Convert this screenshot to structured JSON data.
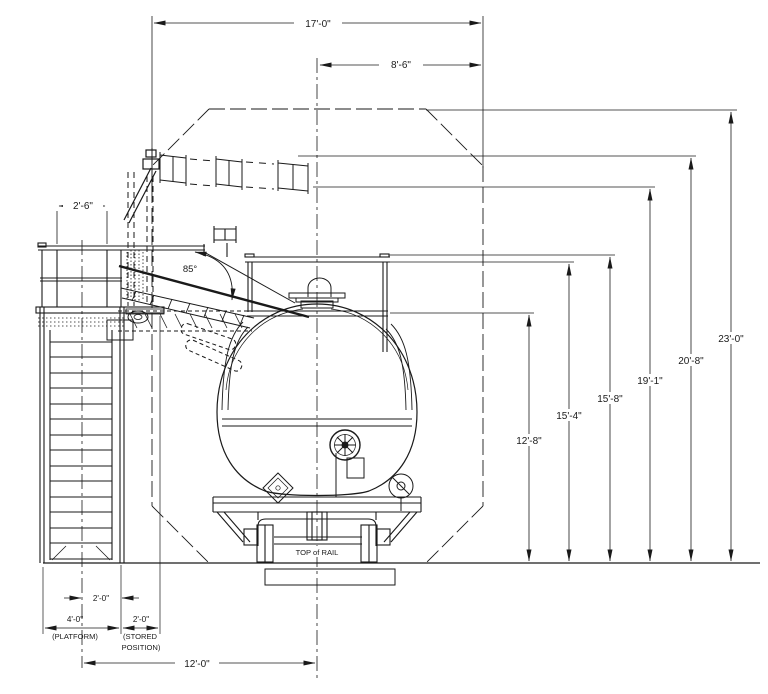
{
  "drawing": {
    "bg_color": "#ffffff",
    "line_color": "#1a1a1a",
    "top_dims": {
      "overall_width": "17'-0\"",
      "half_width": "8'-6\""
    },
    "platform_dims": {
      "walkway_width": "2'-6\""
    },
    "height_dims": [
      "12'-8\"",
      "15'-4\"",
      "15'-8\"",
      "19'-1\"",
      "20'-8\"",
      "23'-0\""
    ],
    "bottom_dims": {
      "center_offset": "2'-0\"",
      "platform_width": "4'-0\"",
      "platform_note": "(PLATFORM)",
      "stored_width": "2'-0\"",
      "stored_note_line1": "(STORED",
      "stored_note_line2": "POSITION)",
      "track_offset": "12'-0\""
    },
    "gangway_angle": "85°",
    "rail_label": "TOP of RAIL"
  }
}
